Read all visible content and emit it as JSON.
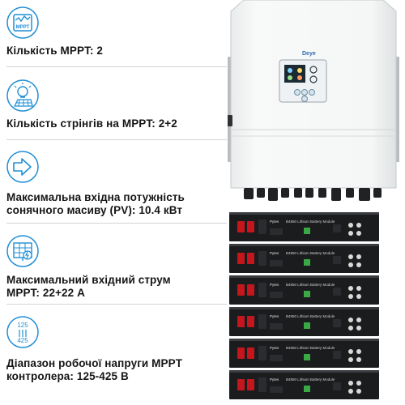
{
  "specs": [
    {
      "icon": "mppt-chart-icon",
      "badge": "MPPT",
      "text": "Кількість MPPT: 2"
    },
    {
      "icon": "bulb-panel-icon",
      "text": "Кількість стрінгів на MPPT: 2+2"
    },
    {
      "icon": "arrow-input-icon",
      "text_line1": "Максимальна вхідна потужність",
      "text_line2": "сонячного масиву (PV): 10.4 кВт"
    },
    {
      "icon": "solar-panel-current-icon",
      "text_line1": "Максимальний вхідний струм",
      "text_line2": "MPPT: 22+22 А"
    },
    {
      "icon": "voltage-range-icon",
      "range_top": "125",
      "range_bottom": "425",
      "text_line1": "Діапазон робочої напруги MPPT",
      "text_line2": "контролера: 125-425 В"
    }
  ],
  "inverter": {
    "brand": "Deye"
  },
  "battery": {
    "brand": "Pytes",
    "model": "B4850 Lithium Battery Module",
    "count": 6
  },
  "colors": {
    "accent": "#1f8fd6",
    "icon_ring": "#1f8fd6",
    "battery_red": "#c4161c"
  }
}
